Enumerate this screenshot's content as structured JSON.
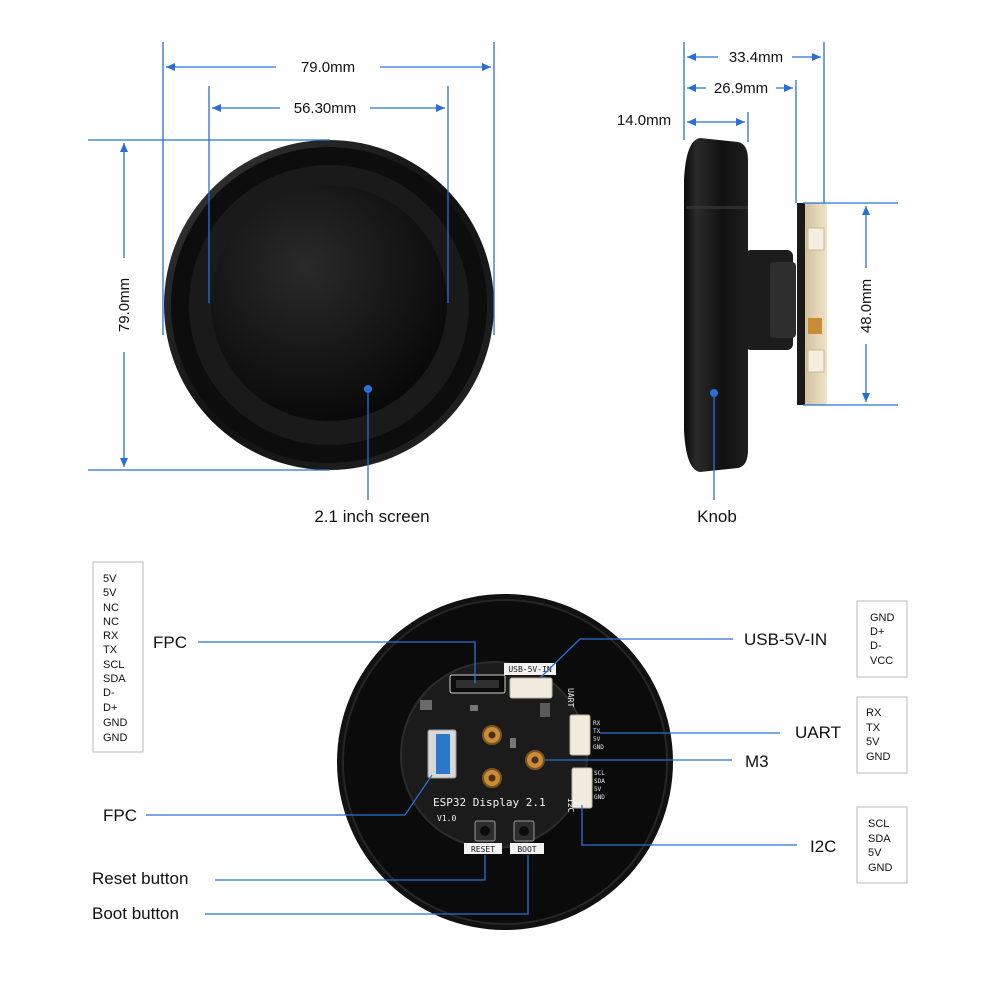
{
  "dimensions": {
    "outer_width": "79.0mm",
    "screen_width": "56.30mm",
    "outer_height": "79.0mm",
    "depth_total": "33.4mm",
    "depth_body": "26.9mm",
    "thickness": "14.0mm",
    "board_height": "48.0mm"
  },
  "callouts": {
    "screen": "2.1 inch screen",
    "knob": "Knob",
    "fpc_top": "FPC",
    "fpc_bottom": "FPC",
    "reset_button": "Reset button",
    "boot_button": "Boot button",
    "usb": "USB-5V-IN",
    "uart": "UART",
    "m3": "M3",
    "i2c": "I2C"
  },
  "pinouts": {
    "fpc": [
      "5V",
      "5V",
      "NC",
      "NC",
      "RX",
      "TX",
      "SCL",
      "SDA",
      "D-",
      "D+",
      "GND",
      "GND"
    ],
    "usb": [
      "GND",
      "D+",
      "D-",
      "VCC"
    ],
    "uart": [
      "RX",
      "TX",
      "5V",
      "GND"
    ],
    "i2c": [
      "SCL",
      "SDA",
      "5V",
      "GND"
    ]
  },
  "board": {
    "title": "ESP32 Display 2.1",
    "version": "V1.0",
    "usb_label": "USB-5V-IN",
    "uart_label": "UART",
    "i2c_label": "I2C",
    "reset_label": "RESET",
    "boot_label": "BOOT",
    "uart_pins": [
      "RX",
      "TX",
      "5V",
      "GND"
    ],
    "i2c_pins": [
      "SCL",
      "SDA",
      "5V",
      "GND"
    ]
  },
  "colors": {
    "dimension_line": "#2a6fd6",
    "body": "#111111",
    "pcb": "#1b1b1b"
  }
}
